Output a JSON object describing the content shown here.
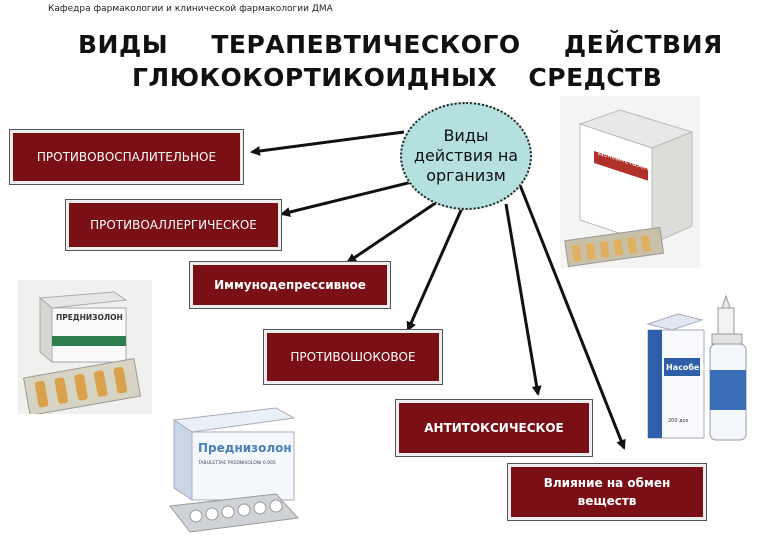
{
  "header": {
    "department": "Кафедра фармакологии и клинической фармакологии ДМА",
    "title_line1": "ВИДЫ ТЕРАПЕВТИЧЕСКОГО ДЕЙСТВИЯ",
    "title_line2": "ГЛЮКОКОРТИКОИДНЫХ СРЕДСТВ"
  },
  "hub": {
    "label": "Виды действия на организм"
  },
  "effects": [
    {
      "label": "ПРОТИВОВОСПАЛИТЕЛЬНОЕ"
    },
    {
      "label": "ПРОТИВОАЛЛЕРГИЧЕСКОЕ"
    },
    {
      "label": "Иммунодепрессивное"
    },
    {
      "label": "ПРОТИВОШОКОВОЕ"
    },
    {
      "label": "АНТИТОКСИЧЕСКОЕ"
    },
    {
      "label": "Влияние на обмен веществ"
    }
  ],
  "photos": {
    "dexamethasone_box": "Дексаметазон",
    "prednisolone_ampoules": "ПРЕДНИЗОЛОН",
    "prednisolone_tablets": "Преднизолон",
    "prednisolone_tablets_sub": "TABULETTAE PREDNISOLONI 0,005",
    "nasobek": "Насобек",
    "nasobek_dose": "200 доз"
  },
  "colors": {
    "box_fill": "#7a0f15",
    "hub_fill": "#b5e0e0"
  }
}
